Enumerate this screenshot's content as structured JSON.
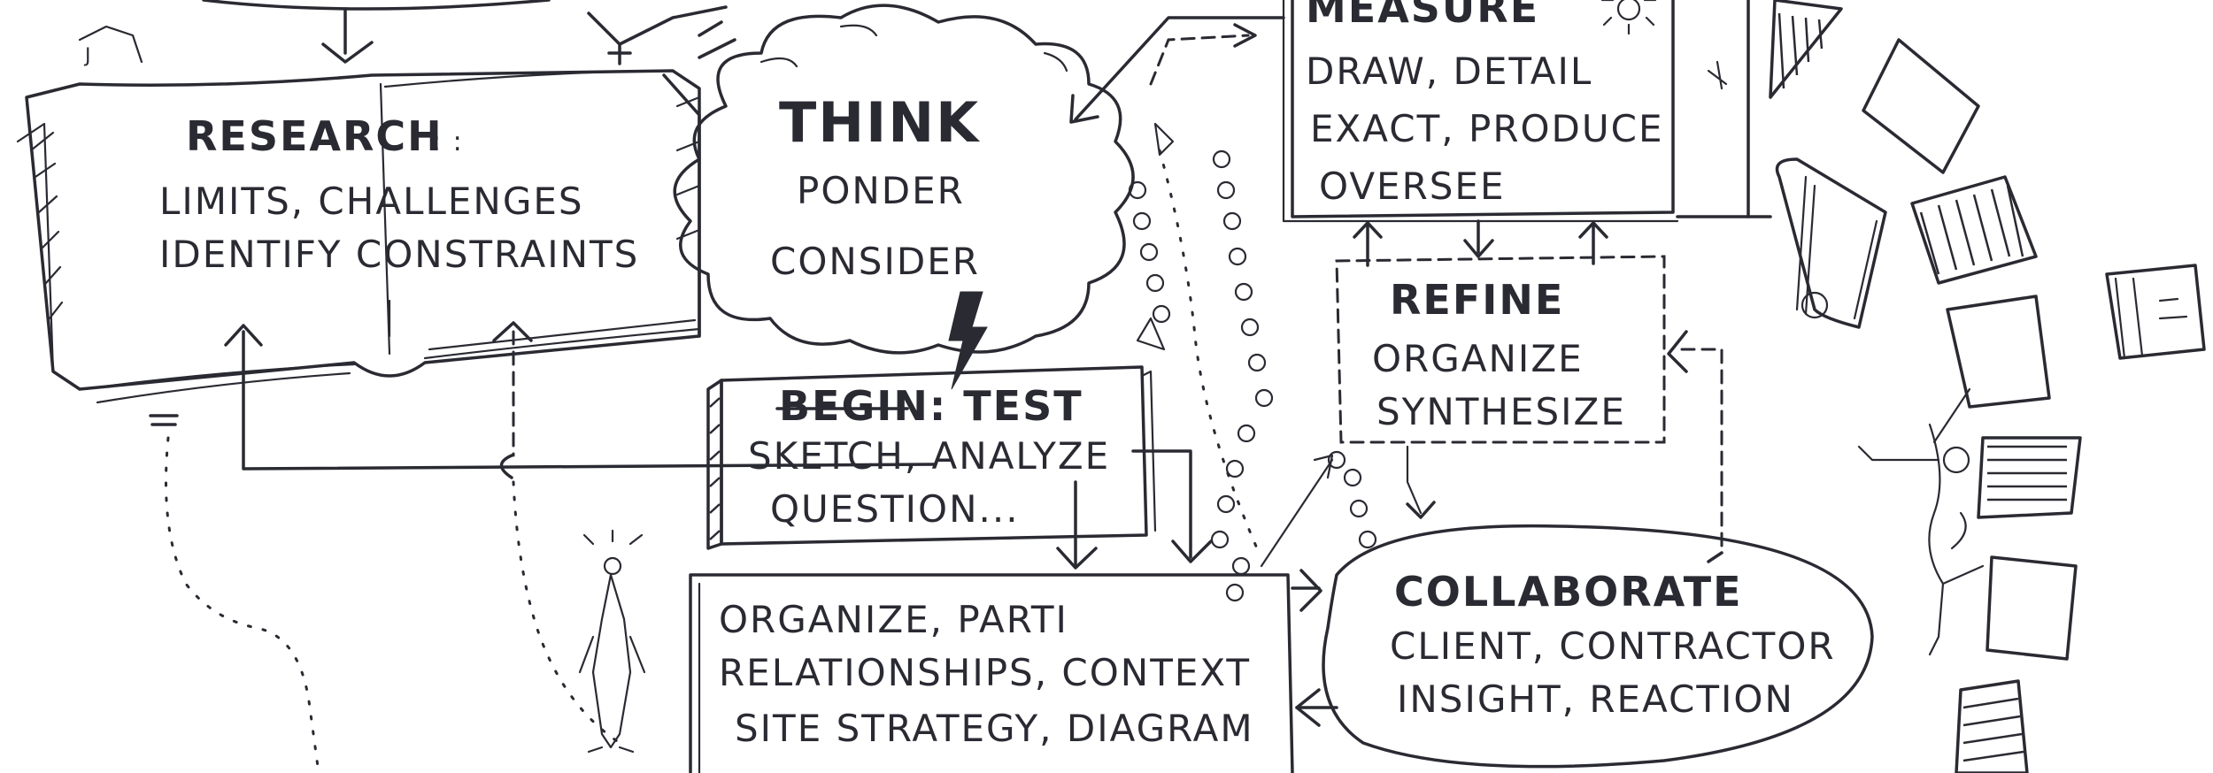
{
  "research": {
    "title": "RESEARCH",
    "line1": "LIMITS, CHALLENGES",
    "line2": "IDENTIFY CONSTRAINTS"
  },
  "think": {
    "title": "THINK",
    "line1": "PONDER",
    "line2": "CONSIDER"
  },
  "begin": {
    "title": "BEGIN: TEST",
    "line1": "SKETCH, ANALYZE",
    "line2": "QUESTION..."
  },
  "measure": {
    "title": "MEASURE",
    "line1": "DRAW, DETAIL",
    "line2": "EXACT, PRODUCE",
    "line3": "OVERSEE"
  },
  "refine": {
    "title": "REFINE",
    "line1": "ORGANIZE",
    "line2": "SYNTHESIZE"
  },
  "organize": {
    "line1": "ORGANIZE, PARTI",
    "line2": "RELATIONSHIPS, CONTEXT",
    "line3": "SITE STRATEGY, DIAGRAM"
  },
  "collaborate": {
    "title": "COLLABORATE",
    "line1": "CLIENT, CONTRACTOR",
    "line2": "INSIGHT, REACTION"
  }
}
